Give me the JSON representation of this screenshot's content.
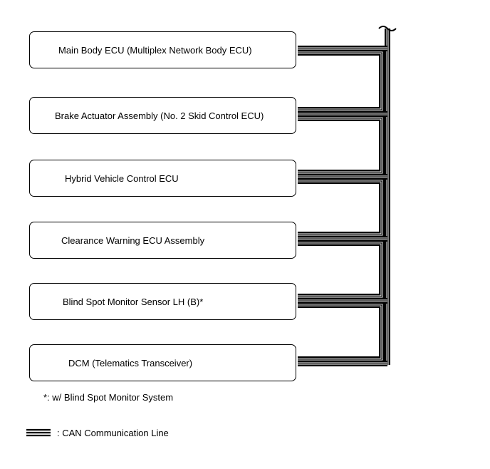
{
  "diagram": {
    "nodes": [
      {
        "id": "main-body-ecu",
        "label": "Main Body ECU (Multiplex Network Body ECU)"
      },
      {
        "id": "brake-actuator-assembly",
        "label": "Brake Actuator Assembly (No. 2 Skid Control ECU)"
      },
      {
        "id": "hybrid-vehicle-control-ecu",
        "label": "Hybrid Vehicle Control ECU"
      },
      {
        "id": "clearance-warning-ecu-assembly",
        "label": "Clearance Warning ECU Assembly"
      },
      {
        "id": "blind-spot-monitor-sensor-lh",
        "label": "Blind Spot Monitor Sensor LH (B)*"
      },
      {
        "id": "dcm",
        "label": "DCM (Telematics Transceiver)"
      }
    ],
    "bus": {
      "type": "CAN",
      "line_color": "#000000",
      "fill_color": "#ffffff"
    }
  },
  "footnote": "*: w/ Blind Spot Monitor System",
  "legend": {
    "label": ": CAN Communication Line"
  }
}
